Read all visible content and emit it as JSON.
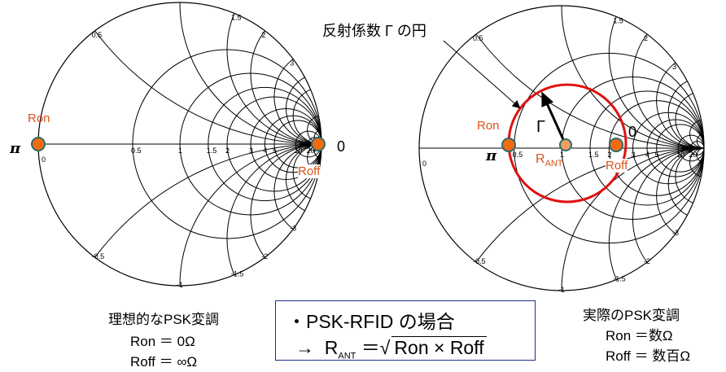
{
  "colors": {
    "marker": "#f26b0f",
    "marker_outline": "#2e6b6b",
    "label": "#d9531e",
    "gamma_circle": "#e01010",
    "box_border": "#1f2f8a"
  },
  "smith_chart": {
    "resistance_values": [
      0.5,
      1,
      1.5,
      2,
      3,
      4,
      5,
      10,
      20
    ],
    "resistance_labels": [
      "0",
      "0.5",
      "1",
      "1.5",
      "2",
      "3",
      "4",
      "5",
      "10",
      "20"
    ],
    "reactance_values": [
      0.5,
      1,
      1.5,
      2,
      3,
      4,
      5,
      10,
      20
    ],
    "reactance_labels": [
      "0.5",
      "1.5",
      "2",
      "3",
      "-0.5",
      "-1",
      "-1.5",
      "-2",
      "-3"
    ]
  },
  "left": {
    "ron_label": "Ron",
    "roff_label": "Roff",
    "pi_label": "π",
    "zero_label": "0",
    "caption_title": "理想的なPSK変調",
    "caption_ron": "Ron ＝ 0Ω",
    "caption_roff": "Roff ＝ ∞Ω"
  },
  "right": {
    "title": "反射係数 Γ の円",
    "ron_label": "Ron",
    "roff_label": "Roff",
    "pi_label": "π",
    "zero_label": "0",
    "gamma_label": "Γ",
    "rant_label": "R",
    "rant_sub": "ANT",
    "caption_title": "実際のPSK変調",
    "caption_ron": "Ron ＝数Ω",
    "caption_roff": "Roff ＝ 数百Ω"
  },
  "box": {
    "line1": "・PSK-RFID の場合",
    "arrow": "→",
    "rant": "R",
    "rant_sub": "ANT",
    "equals": "＝",
    "sqrt_symbol": "√",
    "sqrt_content": "Ron × Roff"
  }
}
